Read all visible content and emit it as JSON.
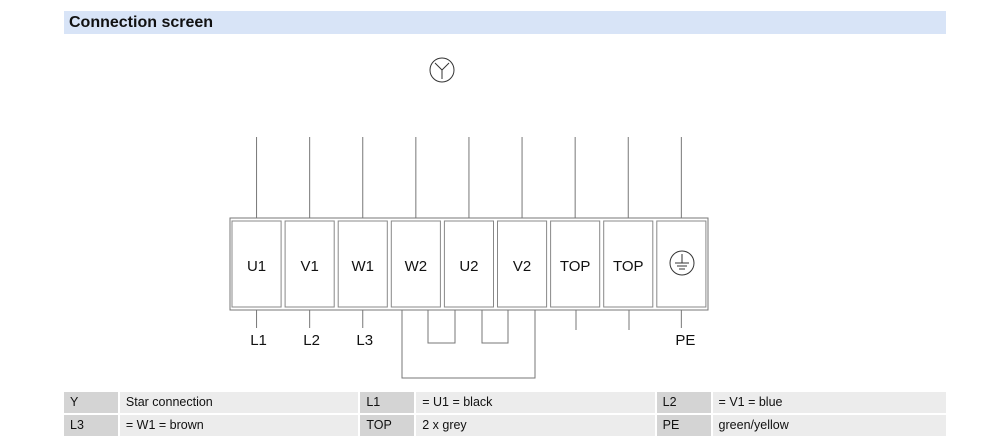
{
  "header": {
    "title": "Connection screen"
  },
  "diagram": {
    "connection_symbol": "star-connection-icon",
    "terminals": [
      "U1",
      "V1",
      "W1",
      "W2",
      "U2",
      "V2",
      "TOP",
      "TOP",
      ""
    ],
    "earth_symbol": "earth-ground-icon",
    "bottom_labels": [
      "L1",
      "L2",
      "L3",
      "",
      "",
      "",
      "",
      "",
      "PE"
    ]
  },
  "legend": {
    "rows": [
      [
        {
          "key": "Y",
          "value": "Star connection"
        },
        {
          "key": "L1",
          "value": "= U1 = black"
        },
        {
          "key": "L2",
          "value": "= V1 = blue"
        }
      ],
      [
        {
          "key": "L3",
          "value": "= W1 = brown"
        },
        {
          "key": "TOP",
          "value": "2 x grey"
        },
        {
          "key": "PE",
          "value": "green/yellow"
        }
      ]
    ]
  },
  "colors": {
    "header_bg": "#d8e4f7",
    "legend_key_bg": "#d4d4d4",
    "legend_value_bg": "#ececec"
  }
}
